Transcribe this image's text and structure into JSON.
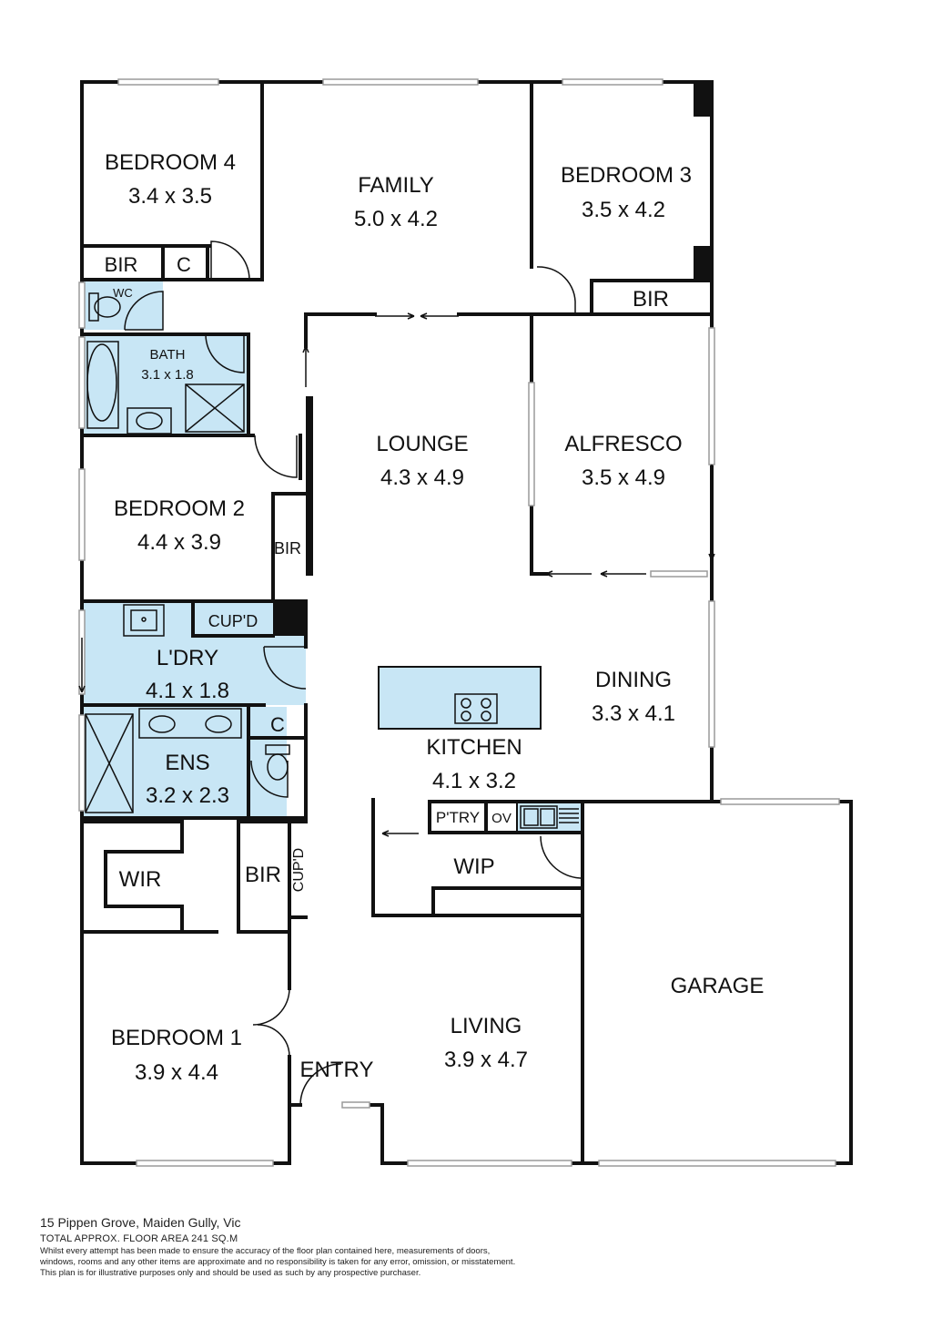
{
  "rooms": {
    "bedroom4": {
      "name": "BEDROOM 4",
      "size": "3.4 x 3.5"
    },
    "family": {
      "name": "FAMILY",
      "size": "5.0 x 4.2"
    },
    "bedroom3": {
      "name": "BEDROOM 3",
      "size": "3.5 x 4.2"
    },
    "bir_bed4": {
      "name": "BIR"
    },
    "c_bed4": {
      "name": "C"
    },
    "wc": {
      "name": "WC"
    },
    "bir_bed3": {
      "name": "BIR"
    },
    "bath": {
      "name": "BATH",
      "size": "3.1 x 1.8"
    },
    "lounge": {
      "name": "LOUNGE",
      "size": "4.3 x 4.9"
    },
    "alfresco": {
      "name": "ALFRESCO",
      "size": "3.5 x 4.9"
    },
    "bedroom2": {
      "name": "BEDROOM 2",
      "size": "4.4 x 3.9"
    },
    "bir_bed2": {
      "name": "BIR"
    },
    "cupd_laundry": {
      "name": "CUP'D"
    },
    "laundry": {
      "name": "L'DRY",
      "size": "4.1 x 1.8"
    },
    "dining": {
      "name": "DINING",
      "size": "3.3 x 4.1"
    },
    "c_ens": {
      "name": "C"
    },
    "ens": {
      "name": "ENS",
      "size": "3.2 x 2.3"
    },
    "kitchen": {
      "name": "KITCHEN",
      "size": "4.1 x 3.2"
    },
    "pantry": {
      "name": "P'TRY"
    },
    "oven": {
      "name": "OV"
    },
    "wip": {
      "name": "WIP"
    },
    "wir": {
      "name": "WIR"
    },
    "bir_bed1": {
      "name": "BIR"
    },
    "cupd_hall": {
      "name": "CUP'D"
    },
    "garage": {
      "name": "GARAGE"
    },
    "living": {
      "name": "LIVING",
      "size": "3.9 x 4.7"
    },
    "bedroom1": {
      "name": "BEDROOM 1",
      "size": "3.9 x 4.4"
    },
    "entry": {
      "name": "ENTRY"
    }
  },
  "footer": {
    "address": "15 Pippen Grove, Maiden Gully, Vic",
    "area": "TOTAL APPROX. FLOOR AREA 241 SQ.M",
    "disclaimer1": "Whilst every attempt has been made to ensure the accuracy of the floor plan contained here, measurements of doors,",
    "disclaimer2": "windows, rooms and any other items are approximate and no responsibility is taken for any error, omission, or misstatement.",
    "disclaimer3": "This plan is for illustrative purposes only and should be used as such by any prospective purchaser."
  },
  "colors": {
    "wet_area": "#c8e6f5",
    "wall": "#111111",
    "window": "#9a9a9a"
  }
}
